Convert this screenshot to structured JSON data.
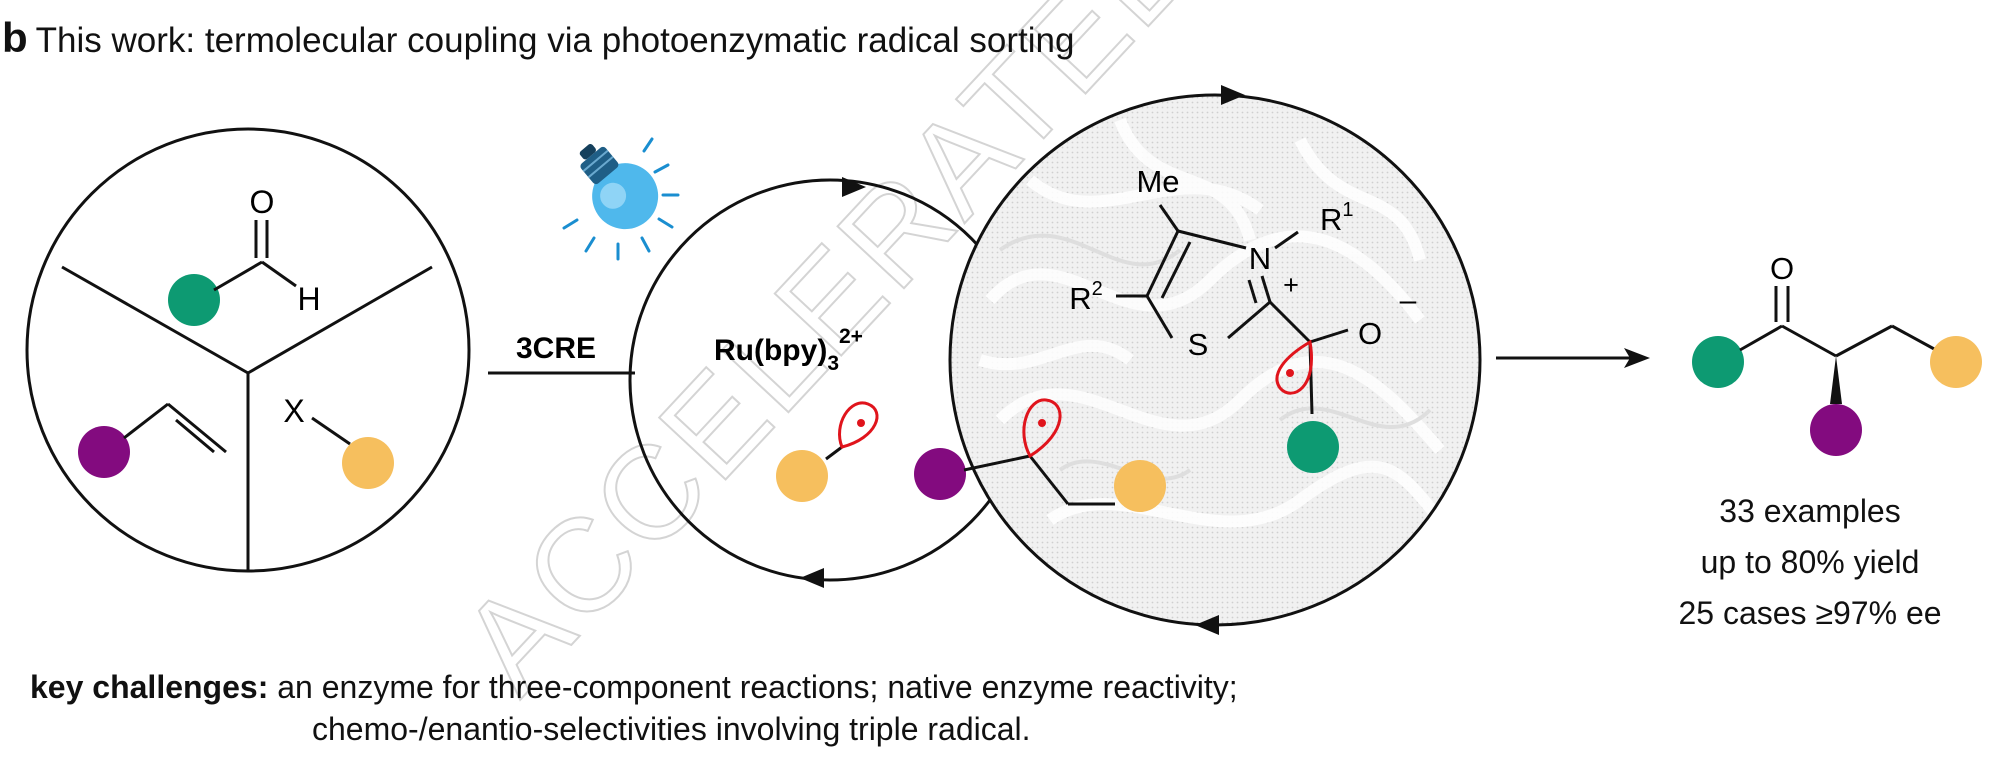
{
  "header": {
    "panel_letter": "b",
    "title": "This work: termolecular coupling via photoenzymatic radical sorting"
  },
  "watermark": "ACCELERATED ARTICLE",
  "reactants": {
    "aldehyde_O": "O",
    "aldehyde_H": "H",
    "halide_X": "X"
  },
  "arrow_label": "3CRE",
  "photocatalyst": {
    "base": "Ru(bpy)",
    "subscript": "3",
    "superscript": "2+"
  },
  "thiazolium": {
    "methyl": "Me",
    "nitrogen": "N",
    "r1_base": "R",
    "r1_sup": "1",
    "r2_base": "R",
    "r2_sup": "2",
    "plus": "+",
    "sulfur": "S",
    "oxygen": "O",
    "minus": "–"
  },
  "product": {
    "carbonyl_O": "O",
    "stats": [
      "33 examples",
      "up to 80% yield",
      "25 cases ≥97% ee"
    ]
  },
  "challenges": {
    "label": "key challenges:",
    "line1": "an enzyme for three-component reactions; native enzyme reactivity;",
    "line2": "chemo-/enantio-selectivities involving triple radical."
  },
  "colors": {
    "green": "#0d9a72",
    "purple": "#830b7f",
    "orange": "#f6bf5e",
    "radical_red": "#e0141c",
    "bulb_blue": "#4fb8ec",
    "ray_blue": "#1a8ed0"
  }
}
